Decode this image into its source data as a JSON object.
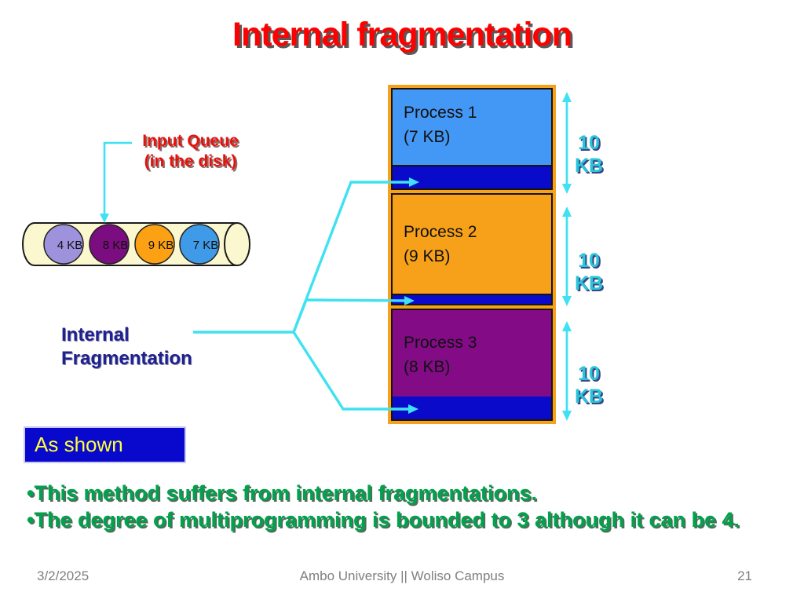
{
  "slide": {
    "title": "Internal fragmentation"
  },
  "input_queue": {
    "title_line1": "Input Queue",
    "title_line2": "(in the disk)",
    "container_color": "#fbf7cf",
    "items": [
      {
        "label": "4 KB",
        "color": "#9d92db"
      },
      {
        "label": "8 KB",
        "color": "#7b0d80"
      },
      {
        "label": "9 KB",
        "color": "#fba113"
      },
      {
        "label": "7 KB",
        "color": "#3f9be8"
      }
    ]
  },
  "memory": {
    "frame_color": "#f7a11a",
    "fragment_color": "#0a0acb",
    "blocks": [
      {
        "name": "Process 1",
        "size": "(7 KB)",
        "fill": "#4498f5",
        "capacity_line1": "10",
        "capacity_line2": "KB"
      },
      {
        "name": "Process 2",
        "size": "(9 KB)",
        "fill": "#f7a11a",
        "capacity_line1": "10",
        "capacity_line2": "KB"
      },
      {
        "name": "Process 3",
        "size": "(8 KB)",
        "fill": "#830c86",
        "capacity_line1": "10",
        "capacity_line2": "KB"
      }
    ]
  },
  "labels": {
    "internal_fragmentation_line1": "Internal",
    "internal_fragmentation_line2": "Fragmentation",
    "as_shown": "As shown"
  },
  "bullets": [
    "•This method suffers from internal fragmentations.",
    "•The degree of multiprogramming is bounded to 3 although it can be 4."
  ],
  "footer": {
    "date": "3/2/2025",
    "center": "Ambo University || Woliso Campus",
    "page": "21"
  },
  "colors": {
    "title_text": "#fe0000",
    "connector": "#3fe1f2",
    "capacity_text": "#29c5d8",
    "bullet_text": "#00a34d",
    "queue_label_text": "#e8120b",
    "internal_fragmentation_text": "#1f218f",
    "as_shown_bg": "#0909ce",
    "as_shown_text": "#ffff3b"
  }
}
